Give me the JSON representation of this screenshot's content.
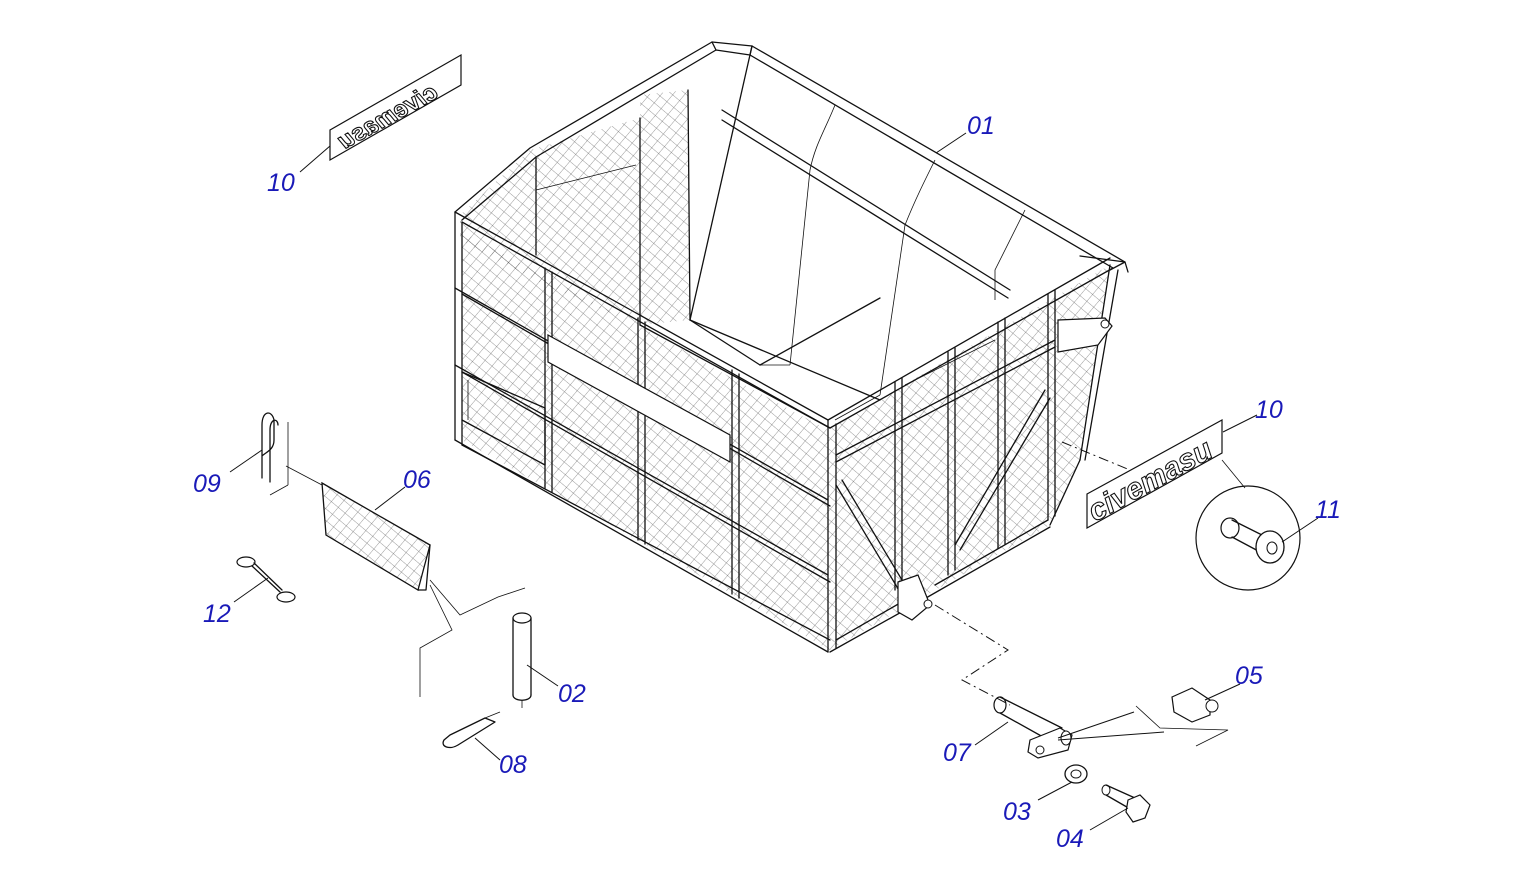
{
  "diagram": {
    "part_labels": {
      "p01": "01",
      "p02": "02",
      "p03": "03",
      "p04": "04",
      "p05": "05",
      "p06": "06",
      "p07": "07",
      "p08": "08",
      "p09": "09",
      "p10a": "10",
      "p10b": "10",
      "p11": "11",
      "p12": "12"
    },
    "decals": {
      "left_text": "civemasu",
      "right_text": "civemasu"
    },
    "colors": {
      "label": "#1a1ab8",
      "line": "#111111",
      "mesh": "#555555"
    }
  }
}
